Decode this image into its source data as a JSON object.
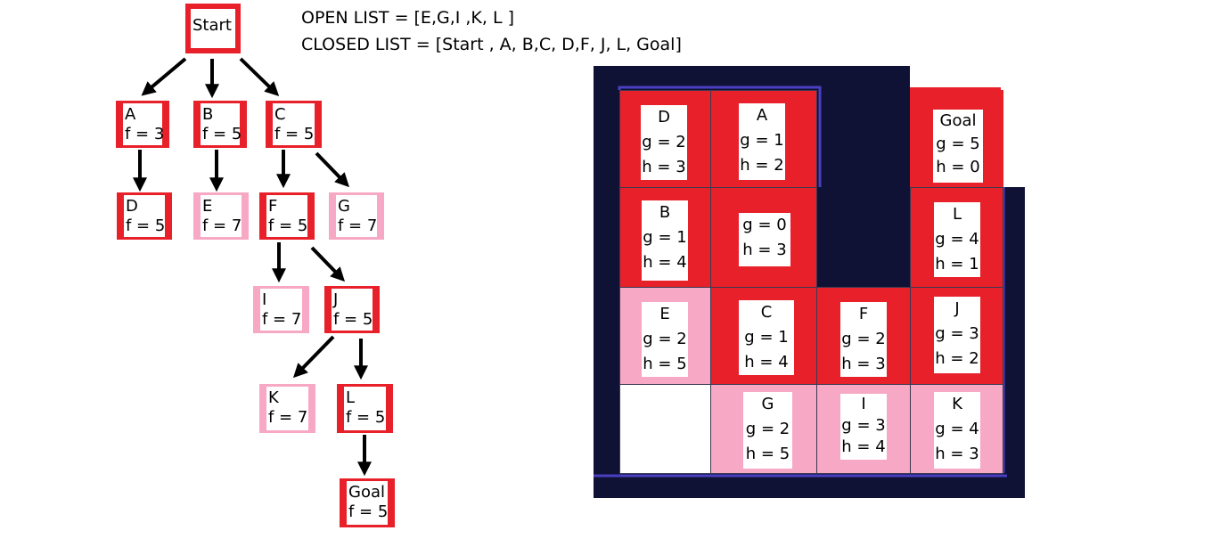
{
  "lists": {
    "open": "OPEN LIST = [E,G,I ,K, L ]",
    "closed": "CLOSED LIST = [Start , A, B,C, D,F, J, L, Goal]"
  },
  "tree": {
    "start": "Start",
    "nodes": {
      "a": {
        "name": "A",
        "f": "f = 3",
        "state": "closed"
      },
      "b": {
        "name": "B",
        "f": "f = 5",
        "state": "closed"
      },
      "c": {
        "name": "C",
        "f": "f = 5",
        "state": "closed"
      },
      "d": {
        "name": "D",
        "f": "f = 5",
        "state": "closed"
      },
      "e": {
        "name": "E",
        "f": "f = 7",
        "state": "open"
      },
      "f": {
        "name": "F",
        "f": "f = 5",
        "state": "closed"
      },
      "g": {
        "name": "G",
        "f": "f = 7",
        "state": "open"
      },
      "i": {
        "name": "I",
        "f": "f = 7",
        "state": "open"
      },
      "j": {
        "name": "J",
        "f": "f = 5",
        "state": "closed"
      },
      "k": {
        "name": "K",
        "f": "f = 7",
        "state": "open"
      },
      "l": {
        "name": "L",
        "f": "f = 5",
        "state": "closed"
      },
      "goal": {
        "name": "Goal",
        "f": "f = 5",
        "state": "closed"
      }
    }
  },
  "grid": {
    "colors": {
      "closed": "#e8202a",
      "open": "#f7a8c4",
      "wall": "#0f1235",
      "edge": "#4a3fc0"
    },
    "cells": {
      "d": {
        "name": "D",
        "g": "g = 2",
        "h": "h = 3"
      },
      "a": {
        "name": "A",
        "g": "g = 1",
        "h": "h = 2"
      },
      "goal": {
        "name": "Goal",
        "g": "g = 5",
        "h": "h = 0"
      },
      "b": {
        "name": "B",
        "g": "g = 1",
        "h": "h = 4"
      },
      "start": {
        "name": "",
        "g": "g = 0",
        "h": "h = 3"
      },
      "l": {
        "name": "L",
        "g": "g = 4",
        "h": "h = 1"
      },
      "e": {
        "name": "E",
        "g": "g = 2",
        "h": "h = 5"
      },
      "c": {
        "name": "C",
        "g": "g = 1",
        "h": "h = 4"
      },
      "f": {
        "name": "F",
        "g": "g = 2",
        "h": "h = 3"
      },
      "j": {
        "name": "J",
        "g": "g = 3",
        "h": "h = 2"
      },
      "g": {
        "name": "G",
        "g": "g = 2",
        "h": "h = 5"
      },
      "i": {
        "name": "I",
        "g": "g = 3",
        "h": "h = 4"
      },
      "k": {
        "name": "K",
        "g": "g = 4",
        "h": "h = 3"
      }
    }
  }
}
